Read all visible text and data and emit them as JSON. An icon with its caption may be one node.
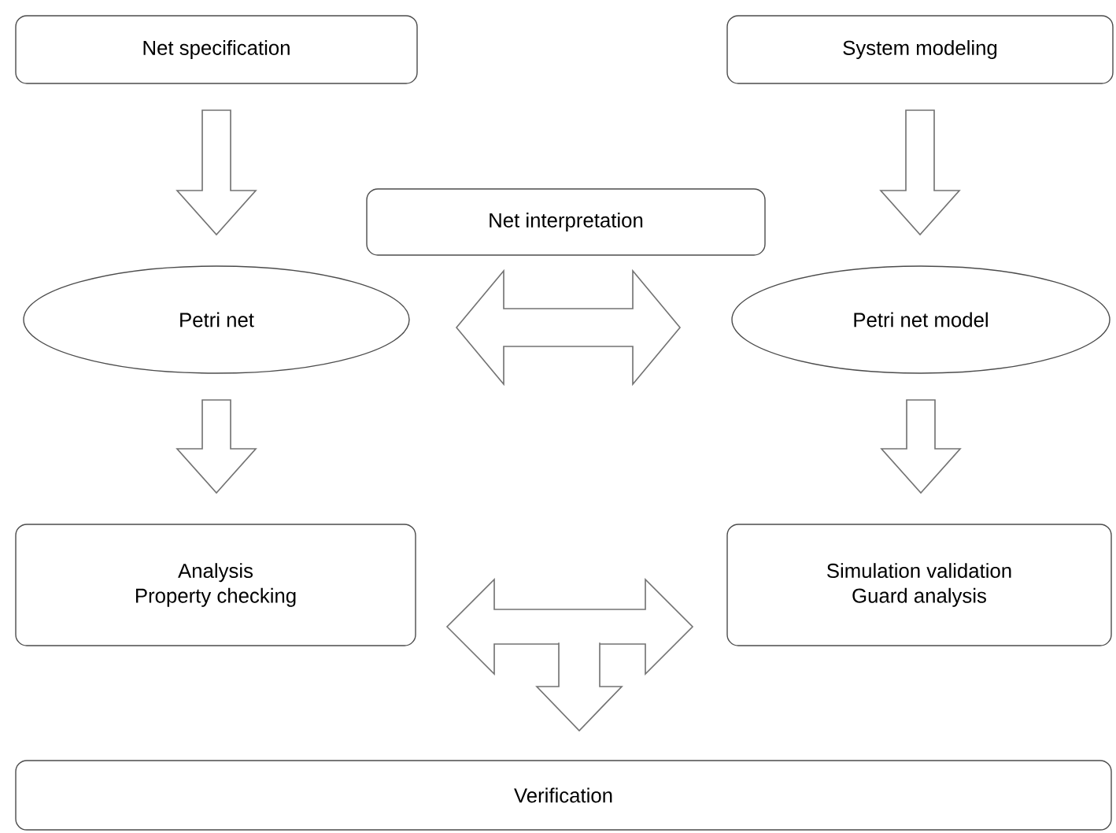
{
  "diagram": {
    "nodes": [
      {
        "text": [
          "Net specification"
        ]
      },
      {
        "text": [
          "System modeling"
        ]
      },
      {
        "text": [
          "Net interpretation"
        ]
      },
      {
        "text": [
          "Petri net"
        ]
      },
      {
        "text": [
          "Petri net model"
        ]
      },
      {
        "text": [
          "Analysis",
          "Property checking"
        ]
      },
      {
        "text": [
          "Simulation validation",
          "Guard analysis"
        ]
      },
      {
        "text": [
          "Verification"
        ]
      }
    ],
    "edges": [
      {
        "from": 0,
        "to": 3,
        "arrow": "to"
      },
      {
        "from": 1,
        "to": 4,
        "arrow": "to"
      },
      {
        "from": 3,
        "to": 4,
        "arrow": "both"
      },
      {
        "from": 3,
        "to": 5,
        "arrow": "to"
      },
      {
        "from": 4,
        "to": 6,
        "arrow": "to"
      },
      {
        "from": 5,
        "to": 6,
        "arrow": "both"
      },
      {
        "from": 5,
        "to": 7,
        "arrow": "both"
      },
      {
        "from": 6,
        "to": 7,
        "arrow": "both"
      }
    ]
  }
}
